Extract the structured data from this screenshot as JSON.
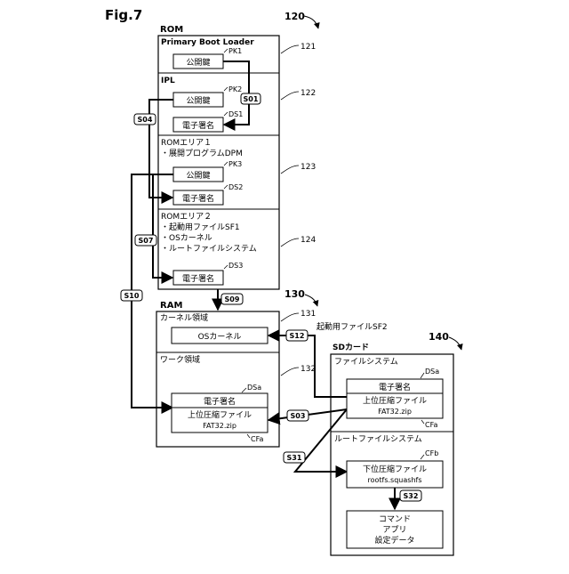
{
  "figure": "Fig.7",
  "rom": {
    "label": "ROM",
    "ref": "120",
    "sections": {
      "boot": {
        "title": "Primary Boot Loader",
        "ref": "121",
        "key_box": "公開鍵",
        "key_tag": "PK1"
      },
      "ipl": {
        "title": "IPL",
        "ref": "122",
        "key_box": "公開鍵",
        "key_tag": "PK2",
        "sig_box": "電子署名",
        "sig_tag": "DS1"
      },
      "area1": {
        "title": "ROMエリア１",
        "item": "・展開プログラムDPM",
        "ref": "123",
        "key_box": "公開鍵",
        "key_tag": "PK3",
        "sig_box": "電子署名",
        "sig_tag": "DS2"
      },
      "area2": {
        "title": "ROMエリア２",
        "items": [
          "・起動用ファイルSF1",
          "・OSカーネル",
          "・ルートファイルシステム"
        ],
        "ref": "124",
        "sig_box": "電子署名",
        "sig_tag": "DS3"
      }
    }
  },
  "ram": {
    "label": "RAM",
    "ref": "130",
    "kernel": {
      "title": "カーネル領域",
      "ref": "131",
      "box": "OSカーネル"
    },
    "work": {
      "title": "ワーク領域",
      "ref": "132",
      "sig_box": "電子署名",
      "sig_tag": "DSa",
      "file_line1": "上位圧縮ファイル",
      "file_line2": "FAT32.zip",
      "file_tag": "CFa"
    }
  },
  "sd": {
    "label": "SDカード",
    "ref": "140",
    "fs": {
      "title": "ファイルシステム",
      "sig_box": "電子署名",
      "sig_tag": "DSa",
      "file_line1": "上位圧縮ファイル",
      "file_line2": "FAT32.zip",
      "file_tag": "CFa"
    },
    "rootfs": {
      "title": "ルートファイルシステム",
      "file_tag": "CFb",
      "file_line1": "下位圧縮ファイル",
      "file_line2": "rootfs.squashfs",
      "cmd_lines": [
        "コマンド",
        "アプリ",
        "設定データ"
      ]
    }
  },
  "sf2_label": "起動用ファイルSF2",
  "steps": {
    "s01": "S01",
    "s03": "S03",
    "s04": "S04",
    "s07": "S07",
    "s09": "S09",
    "s10": "S10",
    "s12": "S12",
    "s31": "S31",
    "s32": "S32"
  }
}
